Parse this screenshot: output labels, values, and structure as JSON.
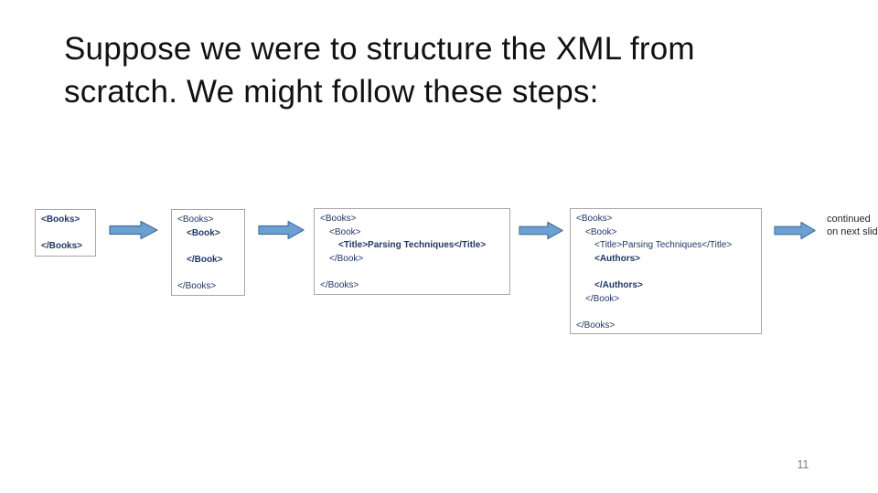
{
  "slide": {
    "title": "Suppose we were to structure the XML from scratch. We might follow these steps:",
    "page_number": "11"
  },
  "diagram": {
    "note": "continued on next slide",
    "arrow_icon": "arrow-right-icon",
    "boxes": [
      {
        "step": 1,
        "lines": [
          {
            "t": "<Books>",
            "i": 0,
            "b": true
          },
          {
            "t": "",
            "i": 0,
            "b": false
          },
          {
            "t": "</Books>",
            "i": 0,
            "b": true
          }
        ]
      },
      {
        "step": 2,
        "lines": [
          {
            "t": "<Books>",
            "i": 0,
            "b": false
          },
          {
            "t": "<Book>",
            "i": 1,
            "b": true
          },
          {
            "t": "",
            "i": 0,
            "b": false
          },
          {
            "t": "</Book>",
            "i": 1,
            "b": true
          },
          {
            "t": "",
            "i": 0,
            "b": false
          },
          {
            "t": "</Books>",
            "i": 0,
            "b": false
          }
        ]
      },
      {
        "step": 3,
        "lines": [
          {
            "t": "<Books>",
            "i": 0,
            "b": false
          },
          {
            "t": "<Book>",
            "i": 1,
            "b": false
          },
          {
            "t": "<Title>Parsing Techniques</Title>",
            "i": 2,
            "b": true
          },
          {
            "t": "</Book>",
            "i": 1,
            "b": false
          },
          {
            "t": "",
            "i": 0,
            "b": false
          },
          {
            "t": "</Books>",
            "i": 0,
            "b": false
          }
        ]
      },
      {
        "step": 4,
        "lines": [
          {
            "t": "<Books>",
            "i": 0,
            "b": false
          },
          {
            "t": "<Book>",
            "i": 1,
            "b": false
          },
          {
            "t": "<Title>Parsing Techniques</Title>",
            "i": 2,
            "b": false
          },
          {
            "t": "<Authors>",
            "i": 2,
            "b": true
          },
          {
            "t": "",
            "i": 0,
            "b": false
          },
          {
            "t": "</Authors>",
            "i": 2,
            "b": true
          },
          {
            "t": "</Book>",
            "i": 1,
            "b": false
          },
          {
            "t": "",
            "i": 0,
            "b": false
          },
          {
            "t": "</Books>",
            "i": 0,
            "b": false
          }
        ]
      }
    ]
  },
  "colors": {
    "background": "#ffffff",
    "title_text": "#111111",
    "code_text": "#1f3864",
    "box_border": "#a6a6a6",
    "arrow_fill": "#6c9fd2",
    "arrow_border": "#41719c",
    "note_text": "#262626",
    "page_number": "#808080"
  }
}
